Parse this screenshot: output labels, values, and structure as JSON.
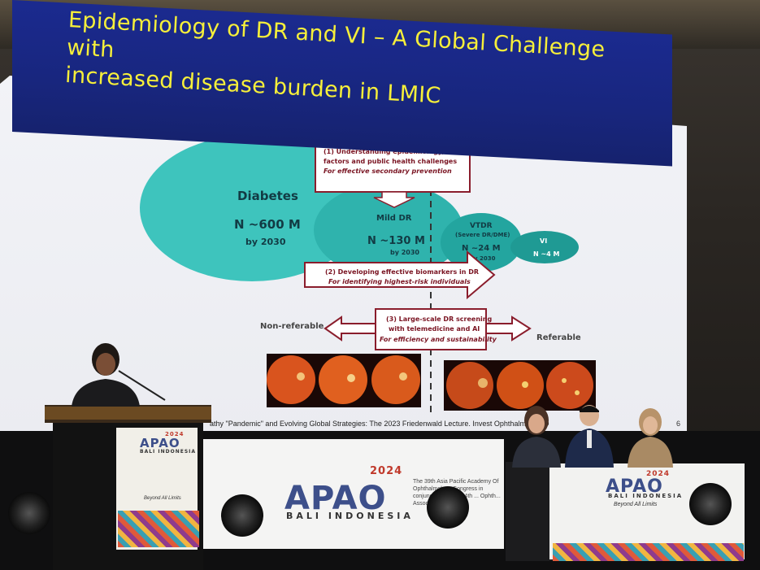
{
  "slide": {
    "title_line1": "Epidemiology of DR and VI – A Global Challenge with",
    "title_line2": "increased disease burden in LMIC",
    "diabetes_label": "Diabetes",
    "diabetes_count": "N ~600 M",
    "diabetes_year": "by 2030",
    "mild_dr_label": "Mild DR",
    "mild_dr_count": "N ~130 M",
    "mild_dr_year": "by 2030",
    "vtdr_label": "VTDR",
    "vtdr_sub": "(Severe DR/DME)",
    "vtdr_count": "N ~24 M",
    "vtdr_year": "by 2030",
    "vi_label": "VI",
    "vi_count": "N ~4 M",
    "box1_line1": "(1) Understanding epidemiology, risk",
    "box1_line2": "factors and public health challenges",
    "box1_line3": "For effective secondary prevention",
    "box2_line1": "(2) Developing effective biomarkers in DR",
    "box2_line2": "For identifying highest-risk individuals",
    "box3_line1": "(3) Large-scale DR screening",
    "box3_line2": "with telemedicine and AI",
    "box3_line3": "For efficiency and sustainability",
    "non_referable": "Non-referable",
    "referable": "Referable",
    "citation": "athy \"Pandemic\" and Evolving Global Strategies: The 2023 Friedenwald Lecture. Invest Ophthalmol        23 D",
    "page_number": "6"
  },
  "banners": {
    "apao": "APAO",
    "year": "2024",
    "location": "BALI INDONESIA",
    "congress_info": "The 39th Asia Pacific Academy Of Ophthalmology Congress in conjunction with the 4th ... Ophth... Association ...",
    "tagline": "Beyond All Limits"
  },
  "colors": {
    "title_banner": "#1b2a8f",
    "title_text": "#f6ef3a",
    "ellipse_teal": "#3ec4bd",
    "ellipse_dark": "#1f9a94",
    "box_border": "#8a1d2c",
    "box_text": "#7a1422"
  }
}
